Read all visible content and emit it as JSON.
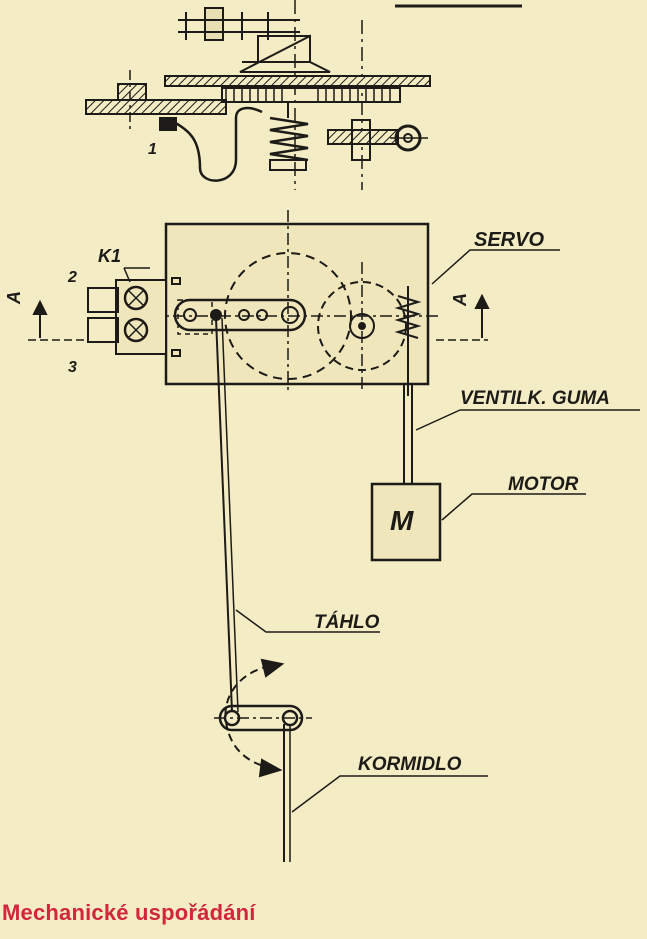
{
  "labels": {
    "servo": "SERVO",
    "ventilk_guma": "VENTILK. GUMA",
    "motor": "MOTOR",
    "motor_symbol": "M",
    "tahlo": "TÁHLO",
    "kormidlo": "KORMIDLO",
    "k1": "K1",
    "num_1": "1",
    "num_2": "2",
    "num_3": "3",
    "section_a_left": "A",
    "section_a_right": "A"
  },
  "caption": "Mechanické uspořádání",
  "colors": {
    "paper": "#f3ecc4",
    "ink": "#1d1b17",
    "caption": "#d1263c"
  }
}
